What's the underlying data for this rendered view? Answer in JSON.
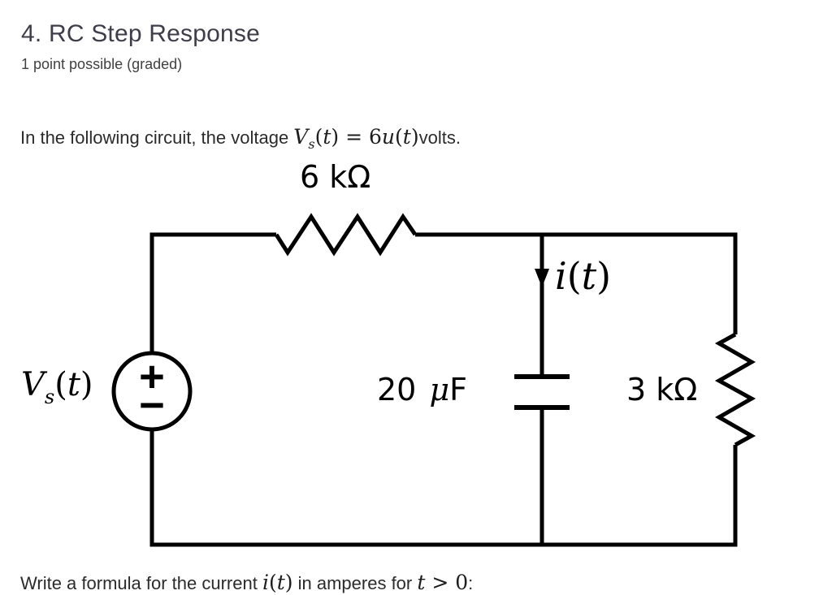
{
  "header": {
    "title": "4. RC Step Response",
    "subtitle": "1 point possible (graded)"
  },
  "intro": {
    "pre": "In the following circuit, the voltage ",
    "math": {
      "v": "V",
      "sub": "s",
      "mid": "(",
      "t1": "t",
      "eq": ") = 6",
      "u": "u",
      "p3": "(",
      "t2": "t",
      "p4": ")"
    },
    "post": "volts."
  },
  "circuit": {
    "line_color": "#000000",
    "top_resistor_label": "6 kΩ",
    "capacitor_value": "20 ",
    "capacitor_mu": "μ",
    "capacitor_unit": "F",
    "right_resistor_label": "3 kΩ",
    "current_label": {
      "i": "i",
      "p1": "(",
      "t": "t",
      "p2": ")"
    },
    "source_label": {
      "v": "V",
      "sub": "s",
      "p1": "(",
      "t": "t",
      "p2": ")"
    },
    "source_plus": "+",
    "source_minus": "−"
  },
  "prompt": {
    "pre": "Write a formula for the current ",
    "i": "i",
    "ip1": "(",
    "it": "t",
    "ip2": ")",
    "mid": " in amperes for ",
    "ct": "t",
    "cgt": " > ",
    "czero": "0",
    "post": ":"
  }
}
